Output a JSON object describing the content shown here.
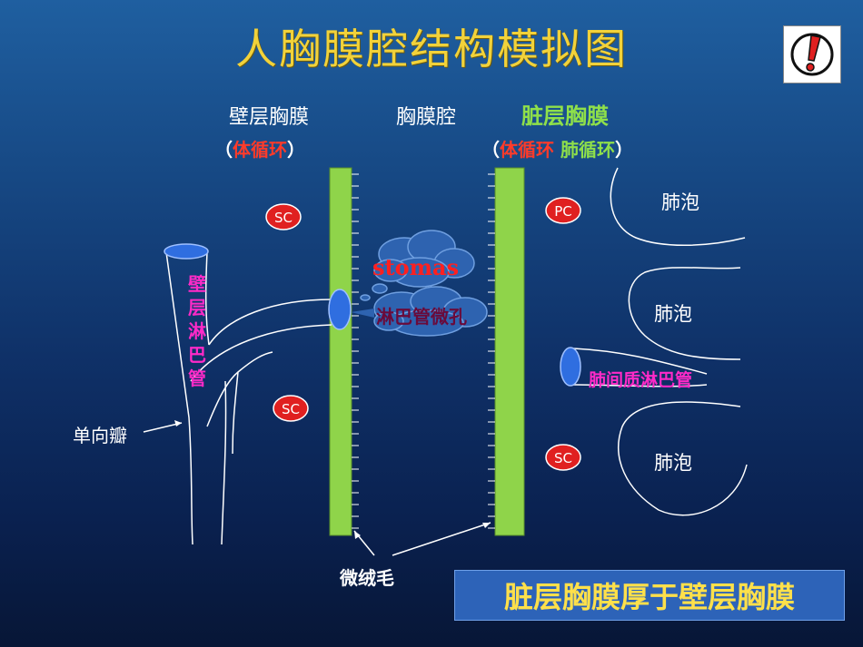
{
  "title": "人胸膜腔结构模拟图",
  "labels": {
    "parietal": "壁层胸膜",
    "cavity": "胸膜腔",
    "visceral": "脏层胸膜",
    "parietal_paren_open": "（",
    "parietal_circ": "体循环",
    "parietal_paren_close": "）",
    "visceral_paren_open": "（",
    "visceral_circ1": "体循环",
    "visceral_circ2": "肺循环",
    "visceral_paren_close": "）",
    "parietal_lymph": "壁层淋巴管",
    "valve": "单向瓣",
    "stomas": "stomas",
    "lymph_stoma": "淋巴管微孔",
    "microvilli": "微绒毛",
    "alveolus_1": "肺泡",
    "alveolus_2": "肺泡",
    "alveolus_3": "肺泡",
    "interstitial_lymph": "肺间质淋巴管",
    "sc_1": "SC",
    "sc_2": "SC",
    "pc": "PC",
    "sc_3": "SC"
  },
  "note": "脏层胸膜厚于壁层胸膜",
  "icons": {
    "warning": "exclamation-warning-icon"
  },
  "colors": {
    "title": "#f2d23a",
    "membrane": "#8fd44a",
    "cell": "#e02020",
    "lymph_blue": "#2f6ee0",
    "note_bg": "#2d63b8",
    "note_text": "#ffe04a"
  }
}
